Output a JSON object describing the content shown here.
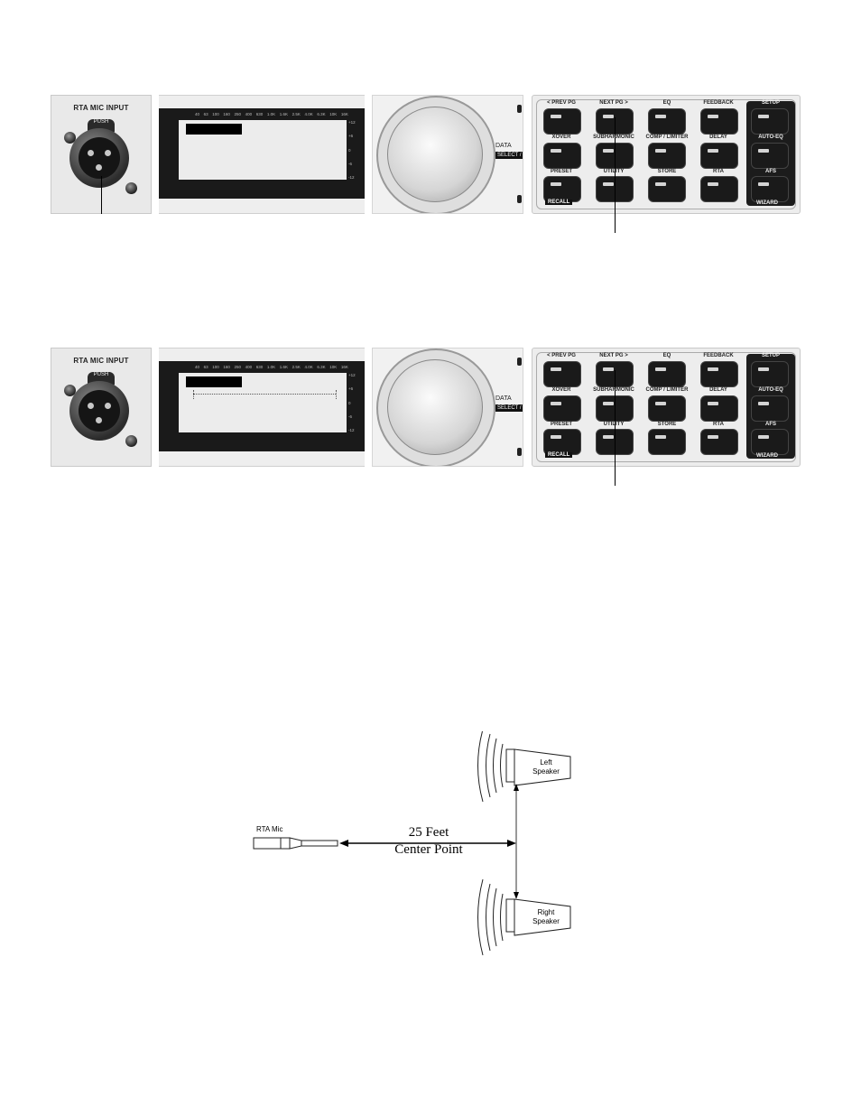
{
  "panel": {
    "mic_title": "RTA MIC INPUT",
    "push_label": "PUSH",
    "lcd_freq_labels": [
      "40",
      "63",
      "100",
      "160",
      "250",
      "400",
      "630",
      "1.0K",
      "1.6K",
      "2.5K",
      "4.0K",
      "6.3K",
      "10K",
      "16K"
    ],
    "lcd_db_labels": [
      "+12",
      "+6",
      "0",
      "-6",
      "-12"
    ],
    "data_label": "DATA",
    "select_label": "SELECT / ADJ",
    "buttons": {
      "prev_pg": "< PREV PG",
      "next_pg": "NEXT PG >",
      "eq": "EQ",
      "feedback": "FEEDBACK",
      "setup": "SETUP",
      "xover": "XOVER",
      "subharmonic": "SUBHARMONIC",
      "comp_limiter": "COMP / LIMITER",
      "delay": "DELAY",
      "auto_eq": "AUTO-EQ",
      "preset": "PRESET",
      "utility": "UTILITY",
      "store": "STORE",
      "rta": "RTA",
      "afs": "AFS",
      "recall": "RECALL",
      "wizard": "WIZARD"
    }
  },
  "diagram": {
    "mic_label": "RTA Mic",
    "distance_line1": "25 Feet",
    "distance_line2": "Center Point",
    "left_speaker_line1": "Left",
    "left_speaker_line2": "Speaker",
    "right_speaker_line1": "Right",
    "right_speaker_line2": "Speaker"
  }
}
